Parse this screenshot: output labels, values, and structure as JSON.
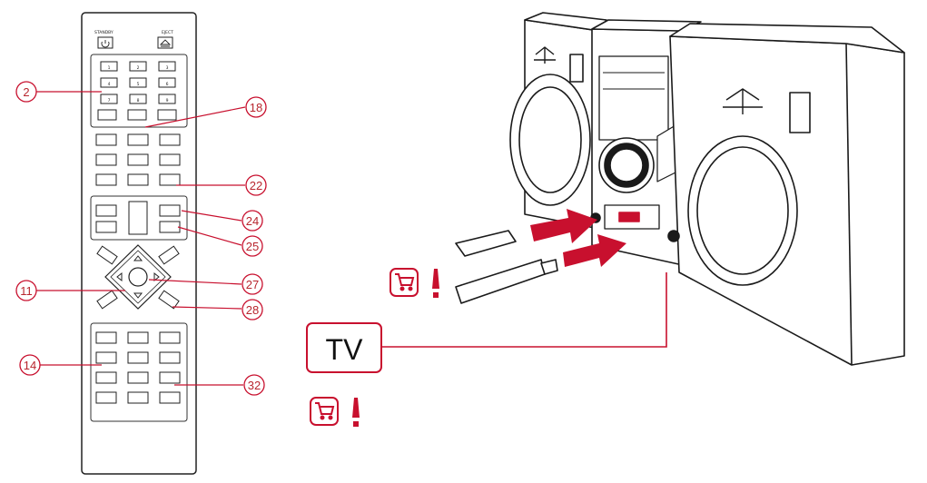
{
  "accent_color": "#c8102e",
  "remote": {
    "top_left_label": "STANDBY",
    "top_right_label": "EJECT",
    "number_keys": [
      "1",
      "2",
      "3",
      "4",
      "5",
      "6",
      "7",
      "8",
      "9"
    ],
    "callouts_left": [
      {
        "num": "2"
      },
      {
        "num": "11"
      },
      {
        "num": "14"
      }
    ],
    "callouts_right": [
      {
        "num": "18"
      },
      {
        "num": "22"
      },
      {
        "num": "24"
      },
      {
        "num": "25"
      },
      {
        "num": "27"
      },
      {
        "num": "28"
      },
      {
        "num": "32"
      }
    ]
  },
  "connection": {
    "tv_label": "TV",
    "icons": [
      "shopping-cart-icon",
      "exclamation-icon"
    ]
  }
}
